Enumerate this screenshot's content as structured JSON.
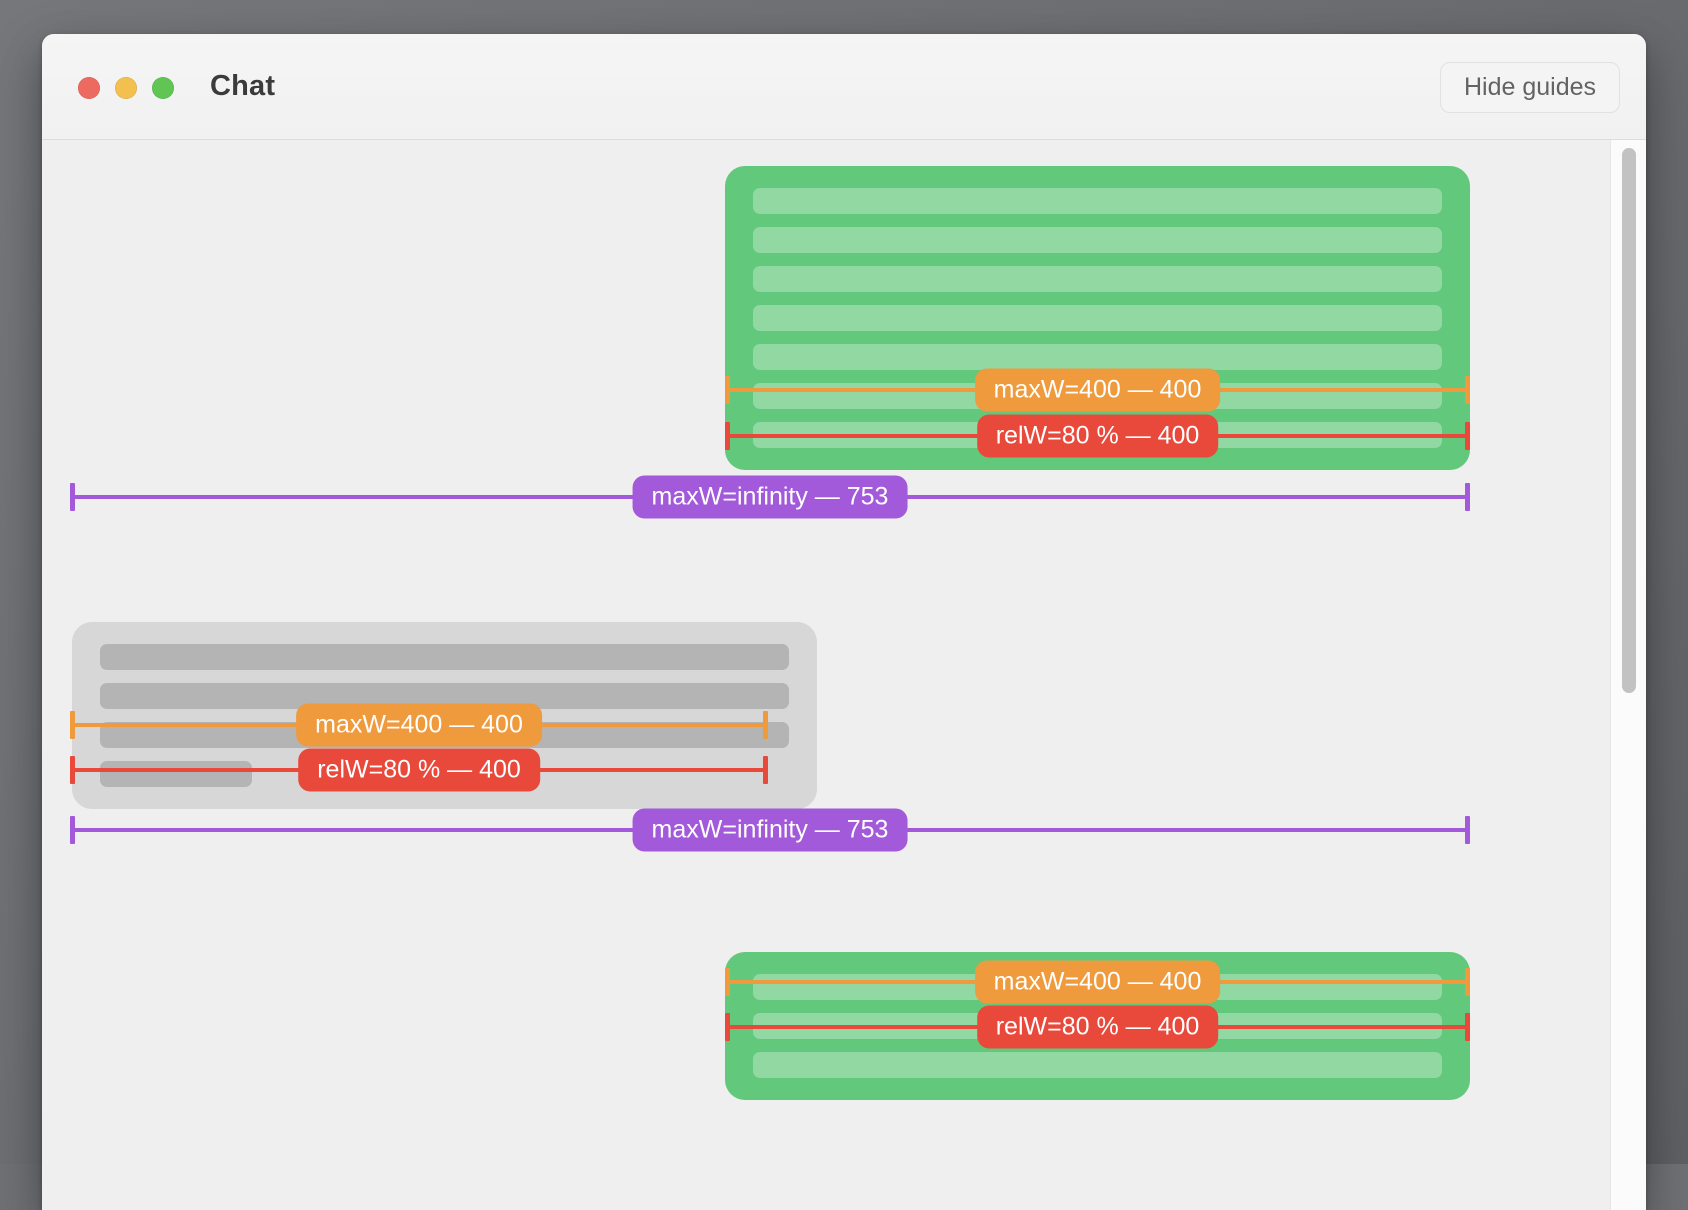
{
  "window": {
    "title": "Chat",
    "traffic_lights": [
      "close",
      "minimize",
      "zoom"
    ],
    "toolbar": {
      "hide_guides_label": "Hide guides"
    }
  },
  "colors": {
    "bubble_green": "#62c87c",
    "bubble_gray": "#d7d7d7",
    "guide_orange": "#ef9a3c",
    "guide_red": "#e8493b",
    "guide_purple": "#a259da",
    "canvas": "#efefef",
    "titlebar": "#f3f3f3"
  },
  "guides": {
    "maxw400": {
      "label": "maxW=400 — ",
      "value": "400",
      "full": "maxW=400 — 400",
      "color": "#ef9a3c"
    },
    "relw80": {
      "label": "relW=80 % — ",
      "value": "400",
      "full": "relW=80 % — 400",
      "color": "#e8493b"
    },
    "maxwinf": {
      "label": "maxW=infinity — ",
      "value": "753",
      "full": "maxW=infinity — 753",
      "color": "#a259da"
    }
  },
  "messages": [
    {
      "id": "msg-1",
      "side": "right",
      "style": "green",
      "line_widths": [
        "100%",
        "100%",
        "100%",
        "100%",
        "100%",
        "100%",
        "100%"
      ],
      "guides": [
        "maxw400",
        "relw80"
      ]
    },
    {
      "id": "msg-2",
      "side": "left",
      "style": "gray",
      "line_widths": [
        "100%",
        "100%",
        "100%",
        "22%"
      ],
      "guides": [
        "maxw400",
        "relw80"
      ]
    },
    {
      "id": "msg-3",
      "side": "right",
      "style": "green",
      "line_widths": [
        "100%",
        "100%",
        "100%"
      ],
      "guides": [
        "maxw400",
        "relw80"
      ]
    }
  ],
  "scroll": {
    "thumb_position": "top",
    "visible": true
  }
}
